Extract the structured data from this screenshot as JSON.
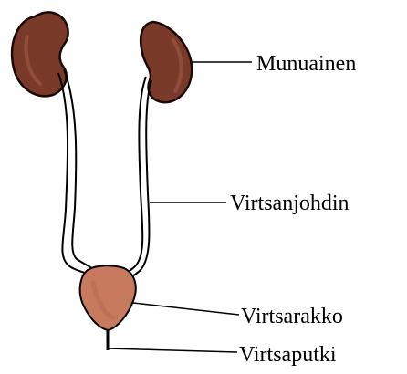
{
  "labels": {
    "kidney": "Munuainen",
    "ureter": "Virtsanjohdin",
    "bladder": "Virtsarakko",
    "urethra": "Virtsaputki"
  },
  "colors": {
    "kidney_fill": "#7a3a2a",
    "kidney_shade": "#8c4a36",
    "bladder_fill": "#c77a5e",
    "bladder_shade": "#b56a50",
    "stroke": "#000000",
    "background": "#ffffff"
  },
  "icons": {
    "kidney": "kidney-shape",
    "bladder": "bladder-shape"
  }
}
